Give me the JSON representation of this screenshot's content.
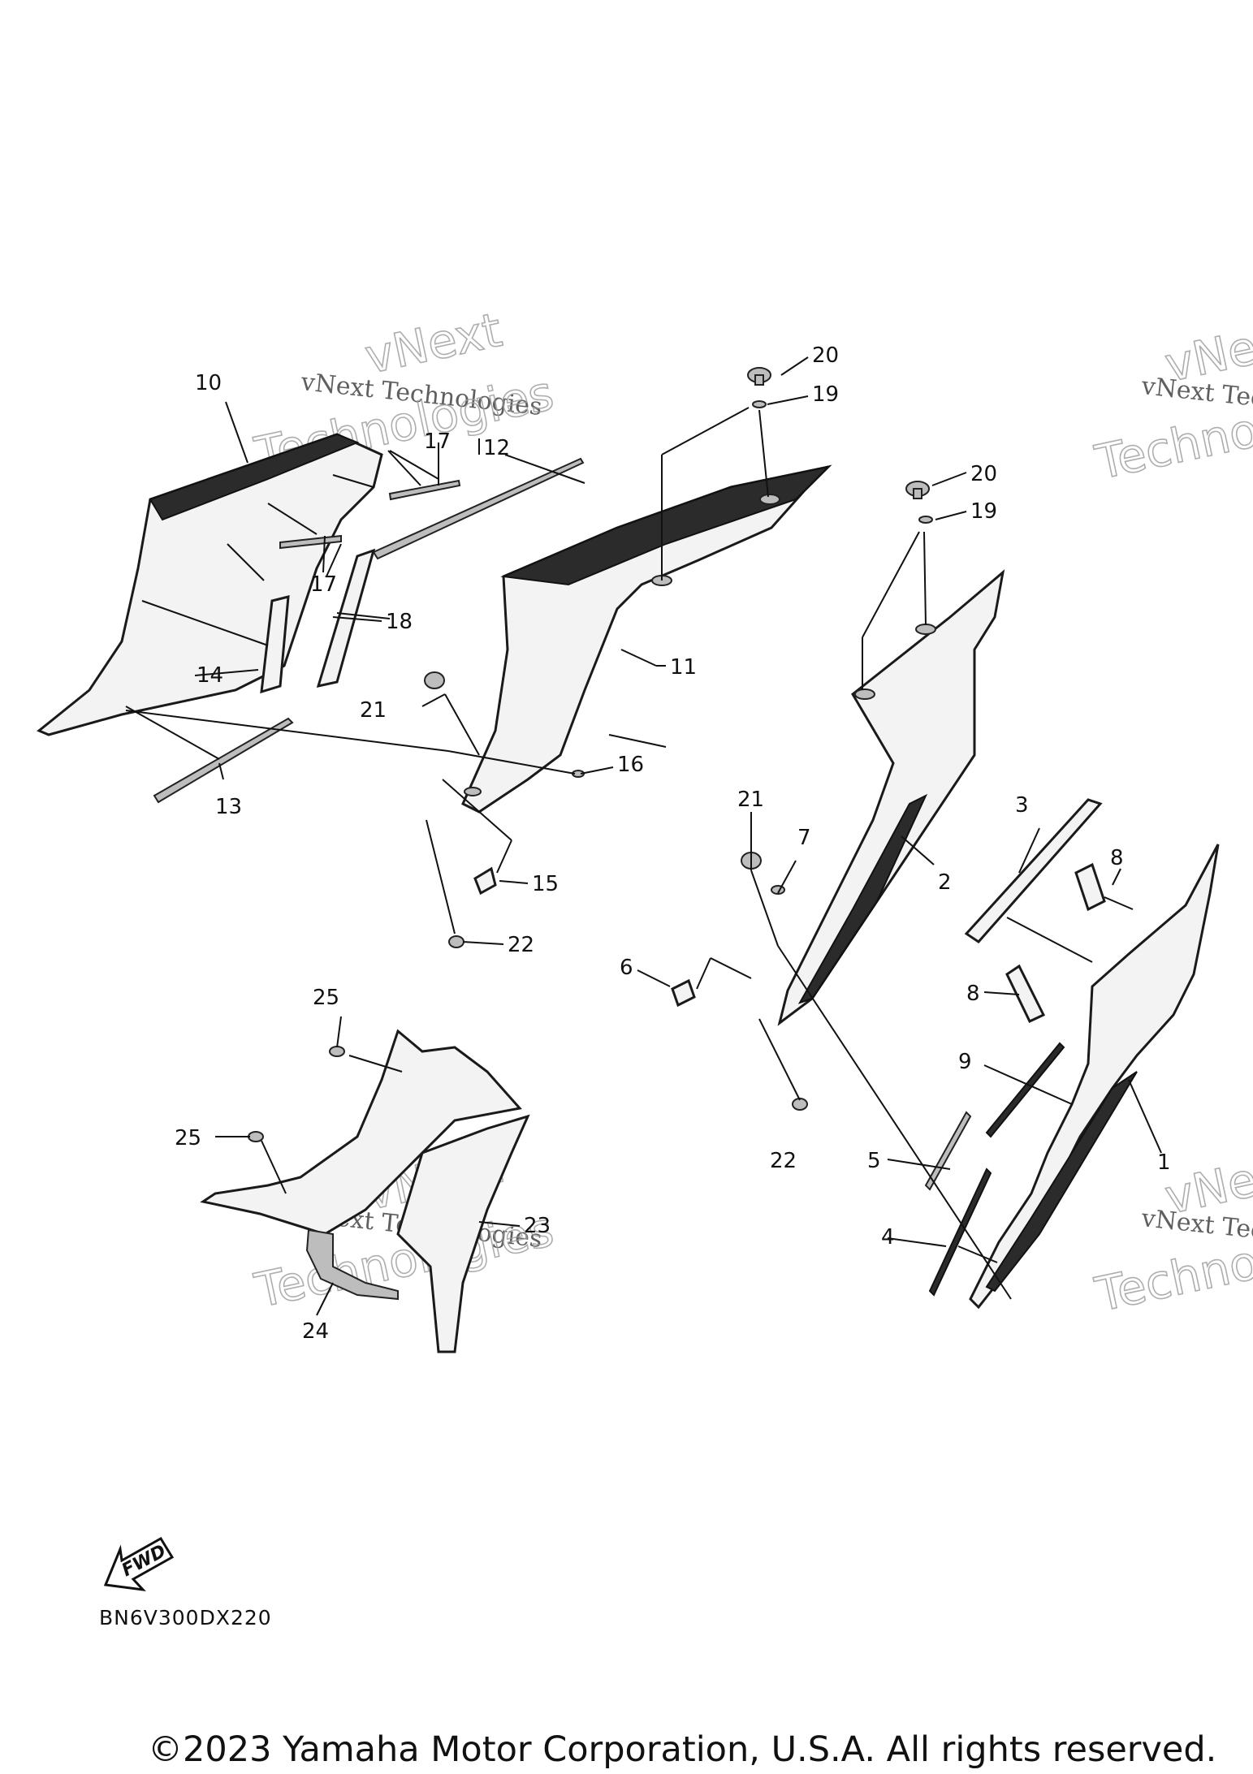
{
  "diagram": {
    "code": "BN6V300DX220",
    "copyright": "©2023 Yamaha Motor Corporation, U.S.A. All rights reserved.",
    "fwd_label": "FWD",
    "watermark": {
      "line1": "vNext Technologies",
      "line2": "vNext",
      "line3": "Technologies"
    },
    "callouts": {
      "c1": "1",
      "c2": "2",
      "c3": "3",
      "c4": "4",
      "c5": "5",
      "c6": "6",
      "c7": "7",
      "c8a": "8",
      "c8b": "8",
      "c9": "9",
      "c10": "10",
      "c11": "11",
      "c12": "12",
      "c13": "13",
      "c14": "14",
      "c15": "15",
      "c16": "16",
      "c17a": "17",
      "c17b": "17",
      "c18": "18",
      "c19a": "19",
      "c19b": "19",
      "c20a": "20",
      "c20b": "20",
      "c21a": "21",
      "c21b": "21",
      "c22a": "22",
      "c22b": "22",
      "c23": "23",
      "c24": "24",
      "c25a": "25",
      "c25b": "25"
    }
  }
}
